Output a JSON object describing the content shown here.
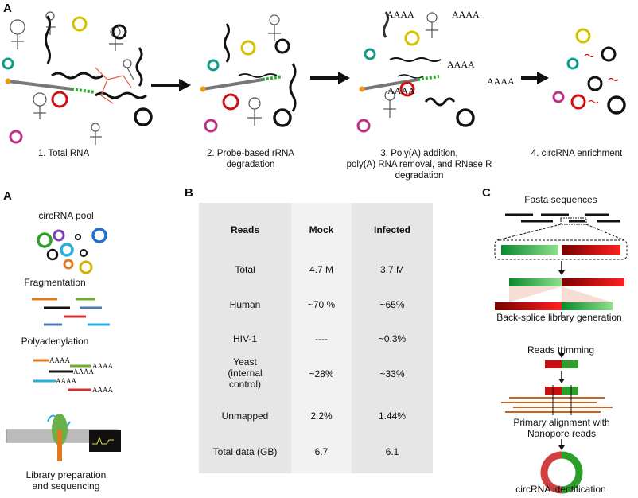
{
  "top_panel": {
    "letter": "A",
    "steps": [
      {
        "label": "1. Total RNA"
      },
      {
        "label": "2. Probe-based rRNA\ndegradation"
      },
      {
        "label": "3. Poly(A) addition,\npoly(A) RNA removal, and RNase R\ndegradation"
      },
      {
        "label": "4. circRNA enrichment"
      }
    ],
    "polya": "AAAA"
  },
  "panel_a2": {
    "letter": "A",
    "pool_label": "circRNA pool",
    "fragmentation_label": "Fragmentation",
    "polyadenylation_label": "Polyadenylation",
    "library_label": "Library preparation\nand sequencing",
    "polya": "AAAA"
  },
  "panel_b": {
    "letter": "B",
    "headers": [
      "Reads",
      "Mock",
      "Infected"
    ],
    "rows": [
      {
        "read": "Total",
        "mock": "4.7 M",
        "infected": "3.7 M"
      },
      {
        "read": "Human",
        "mock": "~70 %",
        "infected": "~65%"
      },
      {
        "read": "HIV-1",
        "mock": "----",
        "infected": "~0.3%"
      },
      {
        "read": "Yeast\n(internal\ncontrol)",
        "mock": "~28%",
        "infected": "~33%"
      },
      {
        "read": "Unmapped",
        "mock": "2.2%",
        "infected": "1.44%"
      },
      {
        "read": "Total data (GB)",
        "mock": "6.7",
        "infected": "6.1"
      }
    ]
  },
  "panel_c": {
    "letter": "C",
    "fasta_label": "Fasta sequences",
    "backsplice_label": "Back-splice library generation",
    "trimming_label": "Reads trimming",
    "alignment_label": "Primary alignment with\nNanopore reads",
    "identification_label": "circRNA identification"
  },
  "colors": {
    "green": "#1e9a3a",
    "red": "#d01010",
    "orange": "#c8641e",
    "yellow": "#d4c000",
    "teal": "#139a8a",
    "magenta": "#c0308a",
    "grey_table": "#e6e6e6"
  }
}
